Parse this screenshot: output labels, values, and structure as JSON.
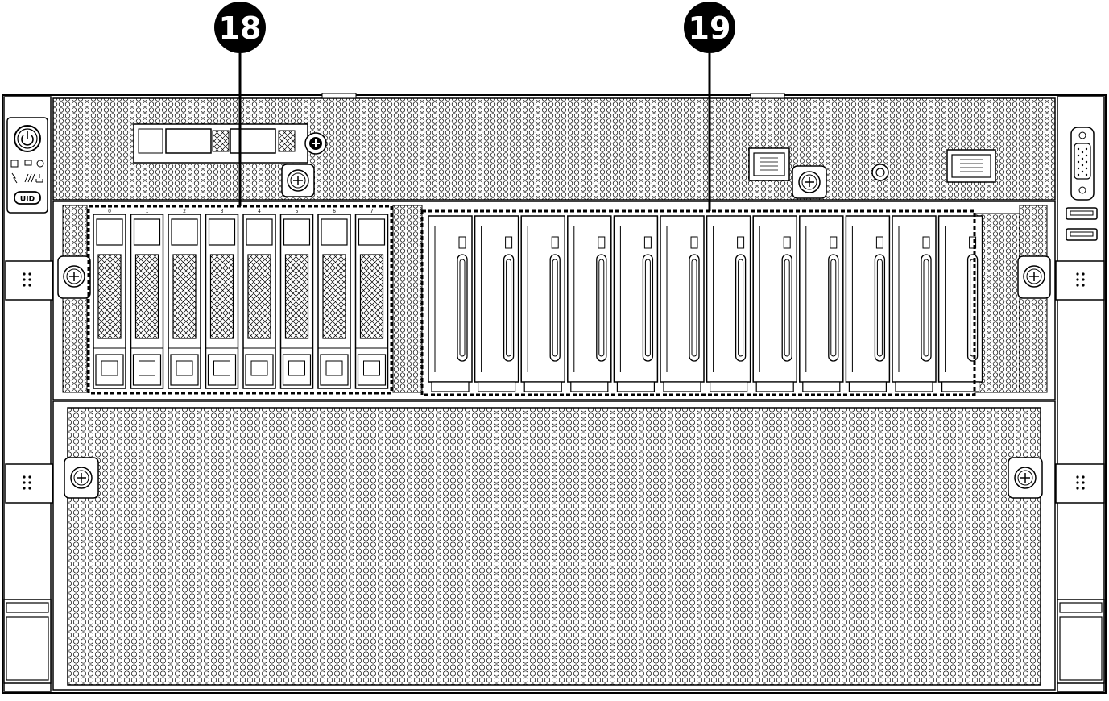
{
  "callouts": {
    "left": {
      "label": "18"
    },
    "right": {
      "label": "19"
    }
  },
  "control_panel": {
    "uid_label": "UID"
  },
  "drive_bay_numbers": [
    "0",
    "1",
    "2",
    "3",
    "4",
    "5",
    "6",
    "7"
  ],
  "large_drive_count": 12,
  "colors": {
    "line": "#000000",
    "background": "#ffffff",
    "callout": "#000000"
  }
}
